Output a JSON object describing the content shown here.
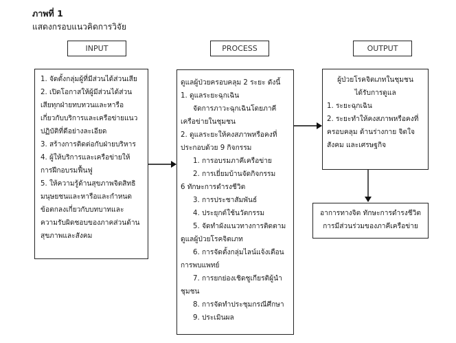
{
  "caption": {
    "figure_label": "ภาพที่ 1",
    "title": "แสดงกรอบแนวคิดการวิจัย"
  },
  "headers": {
    "input": "INPUT",
    "process": "PROCESS",
    "output": "OUTPUT"
  },
  "input_box": {
    "lines": [
      "1. จัดตั้งกลุ่มผู้ที่มีส่วนได้ส่วนเสีย",
      "2. เปิดโอกาสให้ผู้มีส่วนได้ส่วน",
      "เสียทุกฝ่ายทบทวนและหารือ",
      "เกี่ยวกับบริการและเครือข่ายแนว",
      "ปฏิบัติที่ดีอย่างละเอียด",
      "3. สร้างการติดต่อกับฝ่ายบริหาร",
      "4. ผู้ให้บริการและเครือข่ายให้",
      "การฝึกอบรมฟื้นฟู",
      "5. ให้ความรู้ด้านสุขภาพจิตสิทธิ",
      "มนุษยชนและหารือและกำหนด",
      "ข้อตกลงเกี่ยวกับบทบาทและ",
      "ความรับผิดชอบของภาคส่วนด้าน",
      "สุขภาพและสังคม"
    ]
  },
  "process_box": {
    "lines": [
      {
        "text": "ดูแลผู้ป่วยครอบคลุม 2 ระยะ ดังนี้",
        "indent": 0
      },
      {
        "text": "1.  ดูแลระยะฉุกเฉิน",
        "indent": 0
      },
      {
        "text": "จัดการภาวะฉุกเฉินโดยภาคี",
        "indent": 1
      },
      {
        "text": "เครือข่ายในชุมชน",
        "indent": 0
      },
      {
        "text": "2. ดูแลระยะให้คงสภาพหรือคงที่",
        "indent": 0
      },
      {
        "text": "ประกอบด้วย 9 กิจกรรม",
        "indent": 0
      },
      {
        "text": "1. การอบรมภาคีเครือข่าย",
        "indent": 2
      },
      {
        "text": "2. การเยี่ยมบ้านจัดกิจกรรม",
        "indent": 2
      },
      {
        "text": "6 ทักษะการดำรงชีวิต",
        "indent": 0
      },
      {
        "text": "3. การประชาสัมพันธ์",
        "indent": 2
      },
      {
        "text": "4. ประยุกต์ใช้นวัตกรรม",
        "indent": 2
      },
      {
        "text": "5. จัดทำผังแนวทางการติดตาม",
        "indent": 2
      },
      {
        "text": "ดูแลผู้ป่วยโรคจิตเภท",
        "indent": 0
      },
      {
        "text": "6. การจัดตั้งกลุ่มไลน์แจ้งเตือน",
        "indent": 2
      },
      {
        "text": "การพบแพทย์",
        "indent": 0
      },
      {
        "text": "7. การยกย่องเชิดชูเกียรติผู้นำ",
        "indent": 2
      },
      {
        "text": "ชุมชน",
        "indent": 0
      },
      {
        "text": "8. การจัดทำประชุมกรณีศึกษา",
        "indent": 2
      },
      {
        "text": "9. ประเมินผล",
        "indent": 2
      }
    ]
  },
  "output_box": {
    "title_lines": [
      "ผู้ป่วยโรคจิตเภทในชุมชน",
      "ได้รับการดูแล"
    ],
    "lines": [
      "1. ระยะฉุกเฉิน",
      "2. ระยะทำให้คงสภาพหรือคงที่",
      "ครอบคลุม ด้านร่างกาย จิตใจ",
      "สังคม และเศรษฐกิจ"
    ]
  },
  "outcome_box": {
    "lines": [
      "อาการทางจิต ทักษะการดำรงชีวิต",
      "การมีส่วนร่วมของภาคีเครือข่าย"
    ]
  }
}
